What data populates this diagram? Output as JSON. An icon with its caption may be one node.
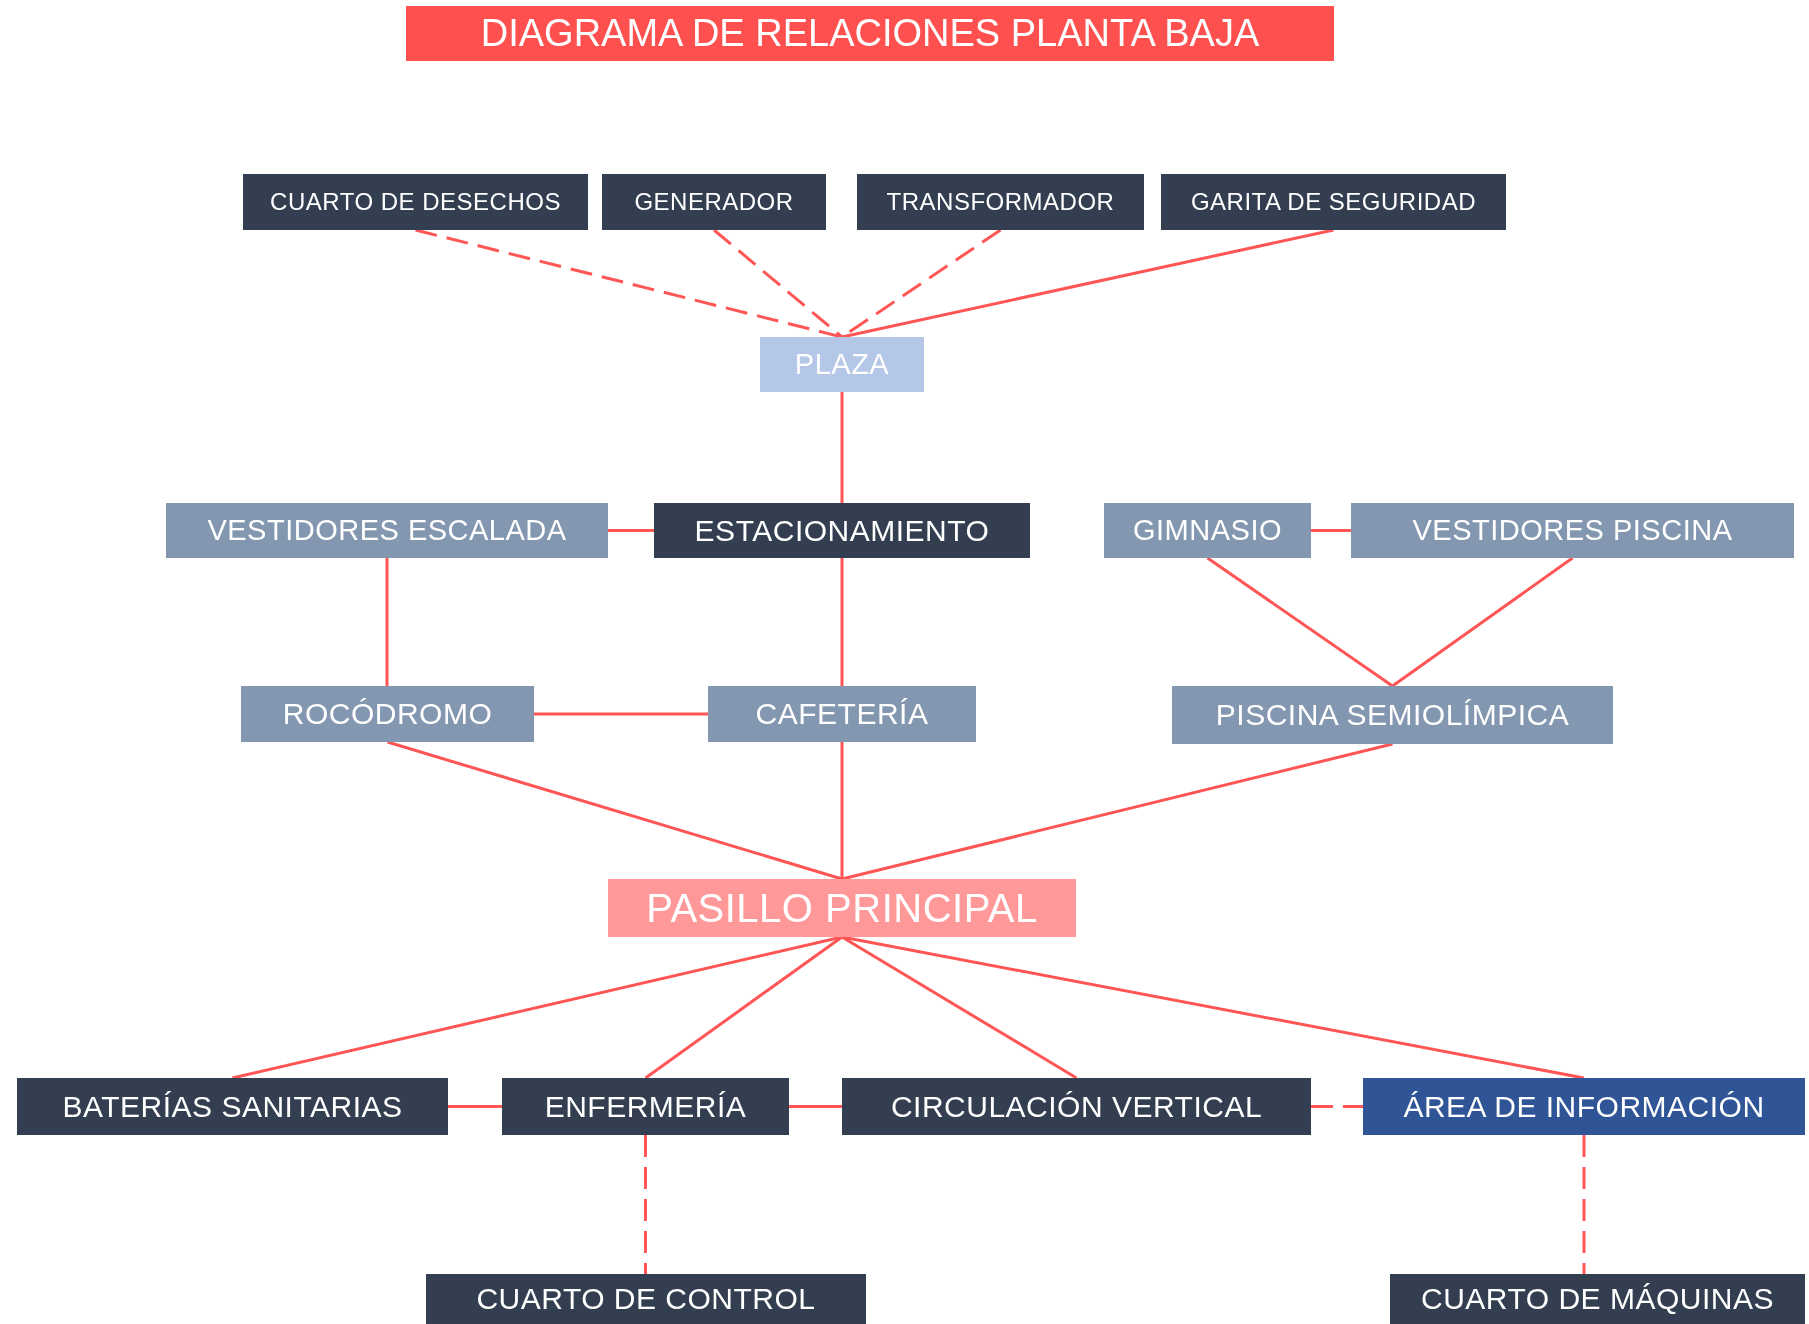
{
  "diagram": {
    "title": "DIAGRAMA DE RELACIONES PLANTA BAJA",
    "nodes": [
      {
        "text": [
          "CUARTO DE DESECHOS"
        ]
      },
      {
        "text": [
          "GENERADOR"
        ]
      },
      {
        "text": [
          "TRANSFORMADOR"
        ]
      },
      {
        "text": [
          "GARITA DE SEGURIDAD"
        ]
      },
      {
        "text": [
          "PLAZA"
        ]
      },
      {
        "text": [
          "VESTIDORES ESCALADA"
        ]
      },
      {
        "text": [
          "ESTACIONAMIENTO"
        ]
      },
      {
        "text": [
          "GIMNASIO"
        ]
      },
      {
        "text": [
          "VESTIDORES PISCINA"
        ]
      },
      {
        "text": [
          "ROCÓDROMO"
        ]
      },
      {
        "text": [
          "CAFETERÍA"
        ]
      },
      {
        "text": [
          "PISCINA SEMIOLÍMPICA"
        ]
      },
      {
        "text": [
          "PASILLO PRINCIPAL"
        ]
      },
      {
        "text": [
          "BATERÍAS SANITARIAS"
        ]
      },
      {
        "text": [
          "ENFERMERÍA"
        ]
      },
      {
        "text": [
          "CIRCULACIÓN VERTICAL"
        ]
      },
      {
        "text": [
          "ÁREA DE INFORMACIÓN"
        ]
      },
      {
        "text": [
          "CUARTO DE CONTROL"
        ]
      },
      {
        "text": [
          "CUARTO DE MÁQUINAS"
        ]
      }
    ],
    "edges": [
      {
        "from": 0,
        "to": 4,
        "arrow": "none",
        "style": "dashed"
      },
      {
        "from": 1,
        "to": 4,
        "arrow": "none",
        "style": "dashed"
      },
      {
        "from": 2,
        "to": 4,
        "arrow": "none",
        "style": "dashed"
      },
      {
        "from": 3,
        "to": 4,
        "arrow": "none"
      },
      {
        "from": 4,
        "to": 6,
        "arrow": "none"
      },
      {
        "from": 5,
        "to": 6,
        "arrow": "none"
      },
      {
        "from": 7,
        "to": 8,
        "arrow": "none"
      },
      {
        "from": 5,
        "to": 9,
        "arrow": "none"
      },
      {
        "from": 6,
        "to": 10,
        "arrow": "none"
      },
      {
        "from": 7,
        "to": 11,
        "arrow": "none"
      },
      {
        "from": 8,
        "to": 11,
        "arrow": "none"
      },
      {
        "from": 9,
        "to": 10,
        "arrow": "none"
      },
      {
        "from": 9,
        "to": 12,
        "arrow": "none"
      },
      {
        "from": 10,
        "to": 12,
        "arrow": "none"
      },
      {
        "from": 11,
        "to": 12,
        "arrow": "none"
      },
      {
        "from": 12,
        "to": 13,
        "arrow": "none"
      },
      {
        "from": 12,
        "to": 14,
        "arrow": "none"
      },
      {
        "from": 12,
        "to": 15,
        "arrow": "none"
      },
      {
        "from": 12,
        "to": 16,
        "arrow": "none"
      },
      {
        "from": 13,
        "to": 14,
        "arrow": "none"
      },
      {
        "from": 14,
        "to": 15,
        "arrow": "none"
      },
      {
        "from": 15,
        "to": 16,
        "arrow": "none",
        "style": "dashed"
      },
      {
        "from": 14,
        "to": 17,
        "arrow": "none",
        "style": "dashed"
      },
      {
        "from": 16,
        "to": 18,
        "arrow": "none",
        "style": "dashed"
      }
    ]
  }
}
